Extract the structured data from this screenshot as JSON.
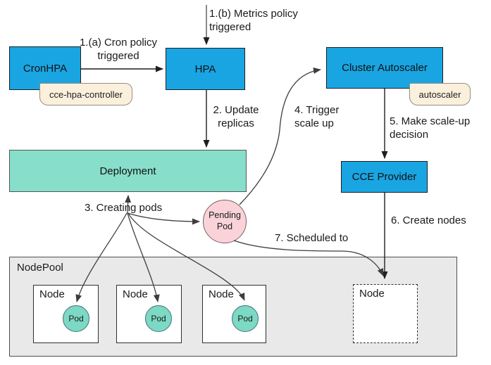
{
  "boxes": {
    "cronhpa": "CronHPA",
    "hpa": "HPA",
    "cluster_autoscaler": "Cluster Autoscaler",
    "deployment": "Deployment",
    "cce_provider": "CCE Provider"
  },
  "tags": {
    "cce_hpa_controller": "cce-hpa-controller",
    "autoscaler": "autoscaler"
  },
  "steps": {
    "s1a": "1.(a) Cron policy\ntriggered",
    "s1b": "1.(b) Metrics policy\ntriggered",
    "s2": "2. Update\nreplicas",
    "s3": "3. Creating pods",
    "s4": "4. Trigger\nscale up",
    "s5": "5. Make scale-up\ndecision",
    "s6": "6. Create nodes",
    "s7": "7. Scheduled to"
  },
  "pending_pod": "Pending\nPod",
  "nodepool": {
    "label": "NodePool",
    "nodes": [
      {
        "label": "Node",
        "pod": "Pod",
        "style": "solid"
      },
      {
        "label": "Node",
        "pod": "Pod",
        "style": "solid"
      },
      {
        "label": "Node",
        "pod": "Pod",
        "style": "solid"
      },
      {
        "label": "Node",
        "style": "dashed"
      }
    ]
  },
  "colors": {
    "component_blue": "#19a5e2",
    "deployment_mint": "#87decb",
    "pod_teal": "#7cd9c3",
    "pending_pink": "#f9d3d7",
    "tag_cream": "#fbf0dc",
    "nodepool_gray": "#e9e9e9"
  }
}
